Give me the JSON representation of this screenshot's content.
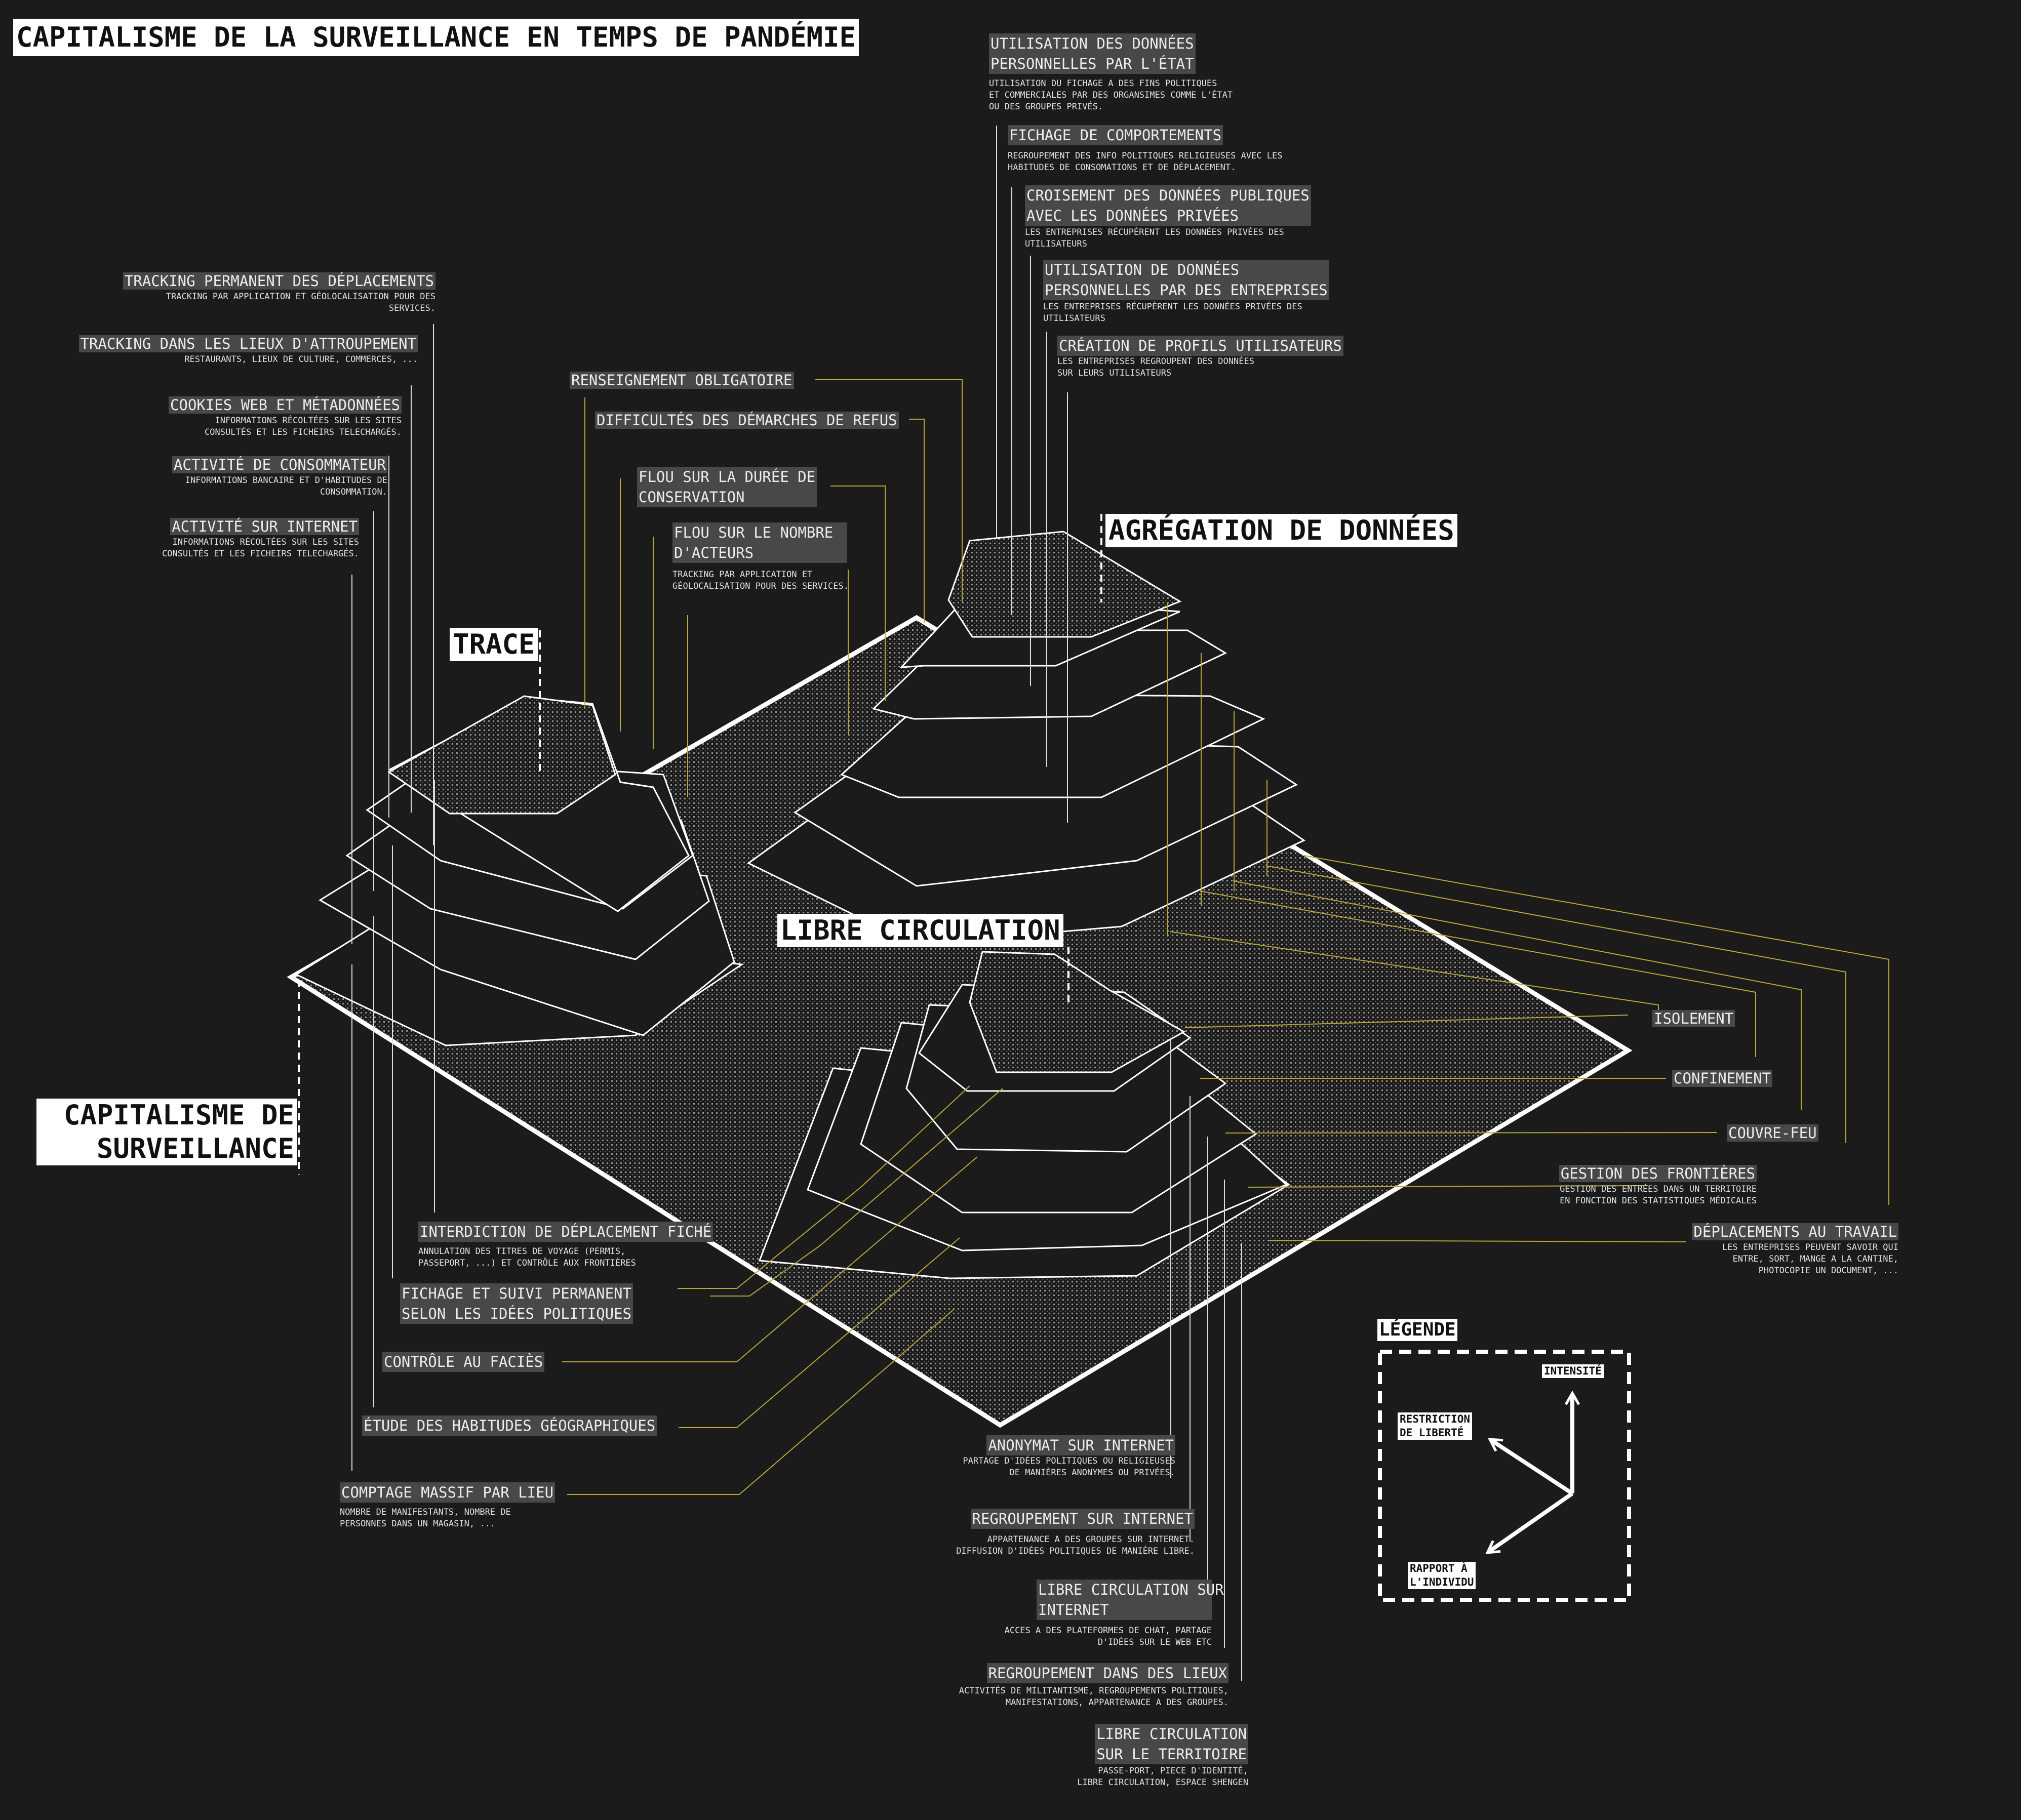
{
  "title": "CAPITALISME DE LA SURVEILLANCE EN TEMPS DE PANDÉMIE",
  "pillars": {
    "trace": "TRACE",
    "agregation": "AGRÉGATION DE DONNÉES",
    "libre": "LIBRE CIRCULATION",
    "capitalisme": [
      "CAPITALISME DE",
      "SURVEILLANCE"
    ]
  },
  "trace_labels": [
    {
      "label": "TRACKING PERMANENT DES DÉPLACEMENTS",
      "sub": [
        "TRACKING PAR APPLICATION ET GÉOLOCALISATION POUR DES",
        "SERVICES."
      ]
    },
    {
      "label": "TRACKING DANS LES LIEUX D'ATTROUPEMENT",
      "sub": [
        "RESTAURANTS, LIEUX DE CULTURE, COMMERCES, ..."
      ]
    },
    {
      "label": "COOKIES WEB ET MÉTADONNÉES",
      "sub": [
        "INFORMATIONS RÉCOLTÉES SUR LES SITES",
        "CONSULTÉS ET LES FICHEIRS TELECHARGÉS."
      ]
    },
    {
      "label": "ACTIVITÉ DE CONSOMMATEUR",
      "sub": [
        "INFORMATIONS BANCAIRE ET D'HABITUDES DE",
        "CONSOMMATION."
      ]
    },
    {
      "label": "ACTIVITÉ SUR INTERNET",
      "sub": [
        "INFORMATIONS RÉCOLTÉES SUR LES SITES",
        "CONSULTÉS ET LES FICHEIRS TELECHARGÉS."
      ]
    }
  ],
  "middle_labels": [
    {
      "label": "RENSEIGNEMENT OBLIGATOIRE"
    },
    {
      "label": "DIFFICULTÉS DES DÉMARCHES DE REFUS"
    },
    {
      "label": [
        "FLOU SUR LA DURÉE DE",
        "CONSERVATION"
      ]
    },
    {
      "label": [
        "FLOU SUR LE NOMBRE",
        "D'ACTEURS"
      ],
      "sub": [
        "TRACKING PAR APPLICATION ET",
        "GÉOLOCALISATION POUR DES SERVICES."
      ]
    }
  ],
  "agregation_labels": [
    {
      "label": [
        "UTILISATION DES DONNÉES",
        "PERSONNELLES PAR L'ÉTAT"
      ],
      "sub": [
        "UTILISATION DU FICHAGE A DES FINS POLITIQUES",
        "ET COMMERCIALES PAR DES ORGANSIMES COMME L'ÉTAT",
        "OU DES GROUPES PRIVÉS."
      ]
    },
    {
      "label": [
        "FICHAGE DE COMPORTEMENTS"
      ],
      "sub": [
        "REGROUPEMENT DES INFO POLITIQUES RELIGIEUSES AVEC LES",
        "HABITUDES DE CONSOMATIONS ET DE DÉPLACEMENT."
      ]
    },
    {
      "label": [
        "CROISEMENT DES DONNÉES  PUBLIQUES",
        "AVEC LES DONNÉES PRIVÉES"
      ],
      "sub": [
        "LES ENTREPRISES RÉCUPÈRENT LES DONNÉES PRIVÉES DES",
        "UTILISATEURS"
      ]
    },
    {
      "label": [
        "UTILISATION DE DONNÉES",
        "PERSONNELLES PAR DES ENTREPRISES"
      ],
      "sub": [
        "LES ENTREPRISES RÉCUPÈRENT LES DONNÉES PRIVÉES DES",
        "UTILISATEURS"
      ]
    },
    {
      "label": [
        "CRÉATION DE PROFILS UTILISATEURS"
      ],
      "sub": [
        "LES ENTREPRISES REGROUPENT DES DONNÉES",
        "SUR LEURS UTILISATEURS"
      ]
    }
  ],
  "right_labels": [
    {
      "label": "ISOLEMENT"
    },
    {
      "label": "CONFINEMENT"
    },
    {
      "label": "COUVRE-FEU"
    },
    {
      "label": "GESTION DES FRONTIÈRES",
      "sub": [
        "GESTION DES ENTRÉES DANS UN TERRITOIRE",
        "EN FONCTION DES STATISTIQUES MÉDICALES"
      ]
    },
    {
      "label": "DÉPLACEMENTS AU TRAVAIL",
      "sub": [
        "LES ENTREPRISES PEUVENT SAVOIR QUI",
        "ENTRE, SORT, MANGE A LA CANTINE,",
        "PHOTOCOPIE UN DOCUMENT, ..."
      ]
    }
  ],
  "bottom_left_labels": [
    {
      "label": [
        "INTERDICTION DE DÉPLACEMENT FICHÉ"
      ],
      "sub": [
        "ANNULATION DES TITRES DE VOYAGE (PERMIS,",
        "PASSEPORT, ...) ET CONTRÔLE AUX FRONTIÈRES"
      ]
    },
    {
      "label": [
        "FICHAGE ET SUIVI PERMANENT",
        "SELON LES IDÉES POLITIQUES"
      ]
    },
    {
      "label": [
        "CONTRÔLE AU FACIÈS"
      ]
    },
    {
      "label": [
        "ÉTUDE DES HABITUDES GÉOGRAPHIQUES"
      ]
    },
    {
      "label": [
        "COMPTAGE MASSIF PAR LIEU"
      ],
      "sub": [
        "NOMBRE DE MANIFESTANTS, NOMBRE DE",
        "PERSONNES DANS UN MAGASIN, ..."
      ]
    }
  ],
  "bottom_center_labels": [
    {
      "label": [
        "ANONYMAT SUR INTERNET"
      ],
      "sub": [
        "PARTAGE D'IDÉES POLITIQUES OU RELIGIEUSES",
        "DE MANIÈRES ANONYMES OU PRIVÉES."
      ]
    },
    {
      "label": [
        "REGROUPEMENT SUR INTERNET"
      ],
      "sub": [
        "APPARTENANCE A DES GROUPES SUR INTERNET.",
        "DIFFUSION D'IDÉES POLITIQUES DE MANIÈRE LIBRE."
      ]
    },
    {
      "label": [
        "LIBRE CIRCULATION SUR",
        "INTERNET"
      ],
      "sub": [
        "ACCES A DES PLATEFORMES DE CHAT, PARTAGE",
        "D'IDÉES SUR LE WEB ETC"
      ]
    },
    {
      "label": [
        "REGROUPEMENT DANS DES LIEUX"
      ],
      "sub": [
        "ACTIVITÉS DE MILITANTISME, REGROUPEMENTS POLITIQUES,",
        "MANIFESTATIONS, APPARTENANCE A DES GROUPES."
      ]
    },
    {
      "label": [
        "LIBRE CIRCULATION",
        "SUR LE TERRITOIRE"
      ],
      "sub": [
        "PASSE-PORT, PIECE D'IDENTITÉ,",
        "LIBRE CIRCULATION, ESPACE SHENGEN"
      ]
    }
  ],
  "legend": {
    "title": "LÉGENDE",
    "intensite": "INTENSITÉ",
    "restriction": [
      "RESTRICTION",
      "DE LIBERTÉ"
    ],
    "rapport": [
      "RAPPORT À",
      "L'INDIVIDU"
    ]
  },
  "colors": {
    "background": "#1b1b1b",
    "leader": "#b9a73a",
    "label_bg": "#484848",
    "line": "#ffffff"
  }
}
